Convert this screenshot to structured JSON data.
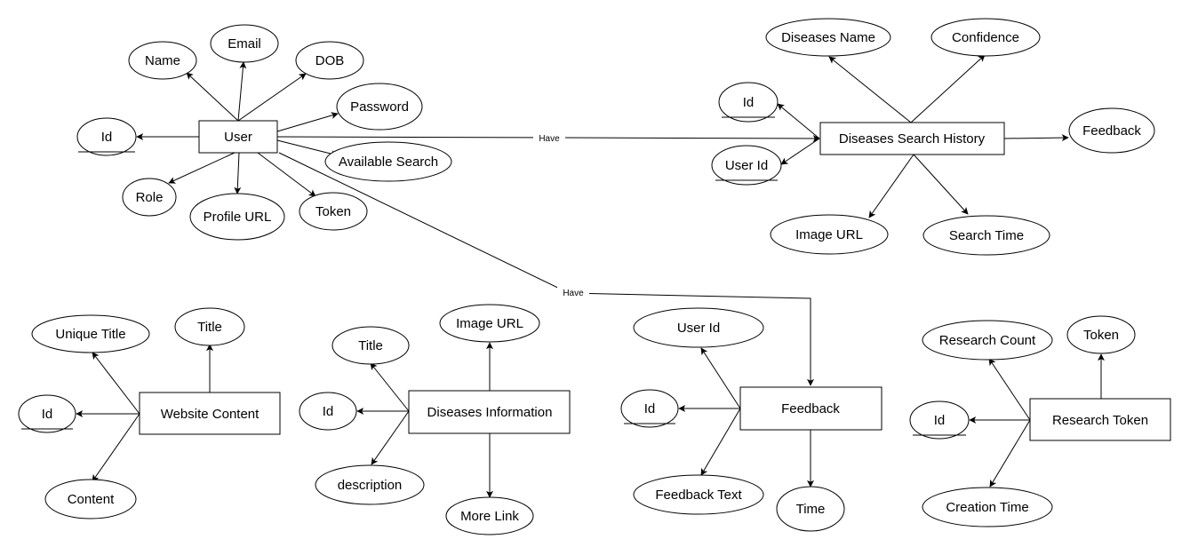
{
  "entities": {
    "user": "User",
    "diseases_search_history": "Diseases Search History",
    "website_content": "Website Content",
    "diseases_information": "Diseases Information",
    "feedback": "Feedback",
    "research_token": "Research Token"
  },
  "attributes": {
    "user": {
      "id": "Id",
      "name": "Name",
      "email": "Email",
      "dob": "DOB",
      "password": "Password",
      "available_search": "Available Search",
      "role": "Role",
      "profile_url": "Profile URL",
      "token": "Token"
    },
    "diseases_search_history": {
      "diseases_name": "Diseases Name",
      "confidence": "Confidence",
      "id": "Id",
      "user_id": "User Id",
      "feedback": "Feedback",
      "image_url": "Image URL",
      "search_time": "Search Time"
    },
    "website_content": {
      "unique_title": "Unique Title",
      "title": "Title",
      "id": "Id",
      "content": "Content"
    },
    "diseases_information": {
      "title": "Title",
      "image_url": "Image URL",
      "id": "Id",
      "description": "description",
      "more_link": "More Link"
    },
    "feedback": {
      "user_id": "User Id",
      "id": "Id",
      "feedback_text": "Feedback Text",
      "time": "Time"
    },
    "research_token": {
      "research_count": "Research Count",
      "token": "Token",
      "id": "Id",
      "creation_time": "Creation Time"
    }
  },
  "relationships": {
    "user_to_search_history": "Have",
    "user_to_feedback": "Have"
  }
}
